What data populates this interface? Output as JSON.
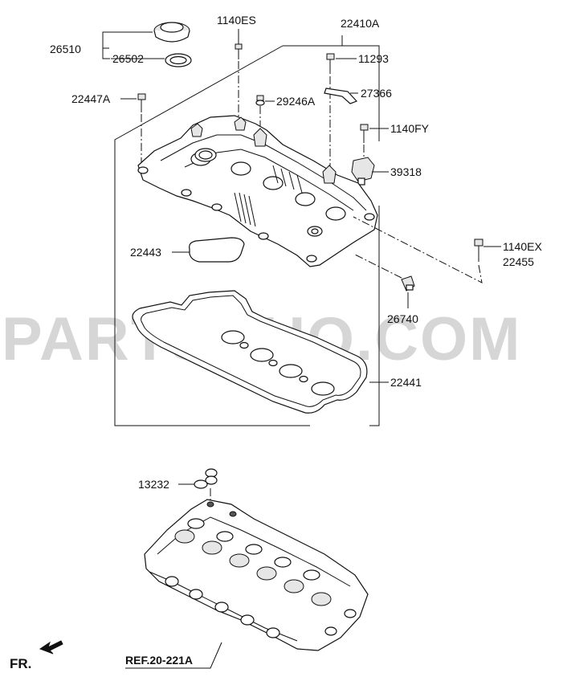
{
  "watermark": "PARTSOUQ.COM",
  "orientation_label": "FR.",
  "reference_label": "REF.20-221A",
  "parts": {
    "oil_filler_cap": "26510",
    "cap_gasket": "26502",
    "bolt_1140es": "1140ES",
    "rocker_cover_assy": "22410A",
    "bolt_11293": "11293",
    "bracket_27366": "27366",
    "bolt_22447a": "22447A",
    "grommet_29246a": "29246A",
    "bolt_1140fy": "1140FY",
    "sensor_39318": "39318",
    "gasket_22443": "22443",
    "bolt_1140ex": "1140EX",
    "bolt_22455": "22455",
    "switch_26740": "26740",
    "gasket_22441": "22441",
    "oring_13232": "13232"
  },
  "icons": {
    "front_arrow": "arrow-down-left-icon"
  }
}
